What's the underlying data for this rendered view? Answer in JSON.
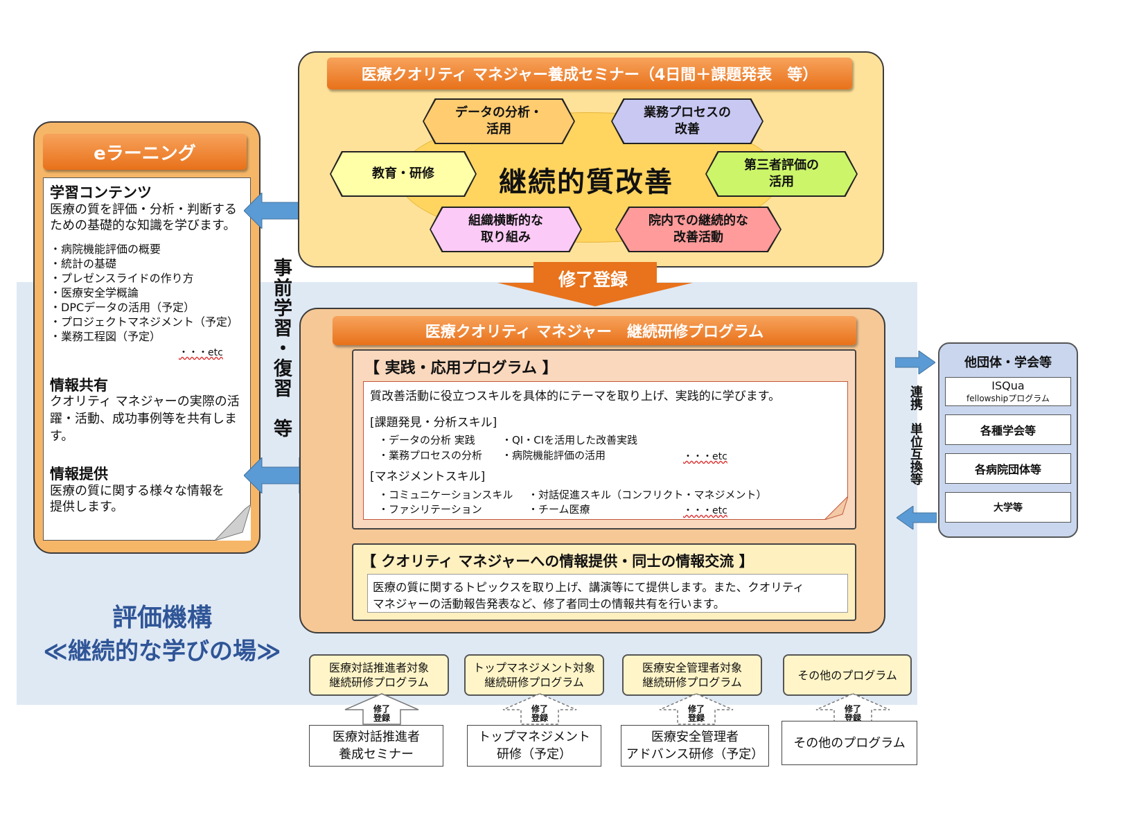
{
  "colors": {
    "orange": "#e8711a",
    "blue_arrow": "#5b9bd5",
    "light_band": "#dfe9f4",
    "title_blue": "#2f5597"
  },
  "elearning": {
    "title": "eラーニング",
    "learning": {
      "heading": "学習コンテンツ",
      "desc": [
        "医療の質を評価・分析・判断する",
        "ための基礎的な知識を学びます。"
      ],
      "items": [
        "・病院機能評価の概要",
        "・統計の基礎",
        "・プレゼンスライドの作り方",
        "・医療安全学概論",
        "・DPCデータの活用（予定）",
        "・プロジェクトマネジメント（予定）",
        "・業務工程図（予定）"
      ],
      "etc": "・・・etc"
    },
    "sharing": {
      "heading": "情報共有",
      "desc": [
        "クオリティ マネジャーの実際の活",
        "躍・活動、成功事例等を共有しま",
        "す。"
      ]
    },
    "providing": {
      "heading": "情報提供",
      "desc": [
        "医療の質に関する様々な情報を",
        "提供します。"
      ]
    }
  },
  "vertical_label": "事前学習・復習　等",
  "seminar": {
    "title": "医療クオリティ マネジャー養成セミナー（4日間＋課題発表　等）",
    "center": "継続的質改善",
    "hex": [
      {
        "line1": "データの分析・",
        "line2": "活用"
      },
      {
        "line1": "業務プロセスの",
        "line2": "改善"
      },
      {
        "line1": "教育・研修",
        "line2": ""
      },
      {
        "line1": "第三者評価の",
        "line2": "活用"
      },
      {
        "line1": "組織横断的な",
        "line2": "取り組み"
      },
      {
        "line1": "院内での継続的な",
        "line2": "改善活動"
      }
    ]
  },
  "completion_label": "修了登録",
  "program": {
    "title": "医療クオリティ マネジャー　継続研修プログラム",
    "practice": {
      "heading": "【 実践・応用プログラム 】",
      "intro": "質改善活動に役立つスキルを具体的にテーマを取り上げ、実践的に学びます。",
      "skill1": {
        "label": "[課題発見・分析スキル]",
        "r1c1": "・データの分析 実践",
        "r1c2": "・QI・CIを活用した改善実践",
        "r2c1": "・業務プロセスの分析",
        "r2c2": "・病院機能評価の活用",
        "etc": "・・・etc"
      },
      "skill2": {
        "label": "[マネジメントスキル]",
        "r1c1": "・コミュニケーションスキル",
        "r1c2": "・対話促進スキル（コンフリクト・マネジメント）",
        "r2c1": "・ファシリテーション",
        "r2c2": "・チーム医療",
        "etc": "・・・etc"
      }
    },
    "info": {
      "heading": "【 クオリティ マネジャーへの情報提供・同士の情報交流 】",
      "line1": "医療の質に関するトピックスを取り上げ、講演等にて提供します。また、クオリティ",
      "line2": "マネジャーの活動報告発表など、修了者同士の情報共有を行います。"
    }
  },
  "org": {
    "line1": "評価機構",
    "line2": "≪継続的な学びの場≫"
  },
  "link_label": "連携　単位互換等",
  "others": {
    "title": "他団体・学会等",
    "isqua": "ISQua",
    "isqua_sub": "fellowshipプログラム",
    "items": [
      "各種学会等",
      "各病院団体等",
      "大学等"
    ]
  },
  "bottom_programs": [
    {
      "line1": "医療対話推進者対象",
      "line2": "継続研修プログラム"
    },
    {
      "line1": "トップマネジメント対象",
      "line2": "継続研修プログラム"
    },
    {
      "line1": "医療安全管理者対象",
      "line2": "継続研修プログラム"
    },
    {
      "line1": "その他のプログラム",
      "line2": ""
    }
  ],
  "arrow_label": {
    "line1": "修了",
    "line2": "登録"
  },
  "bottom_seminars": [
    {
      "line1": "医療対話推進者",
      "line2": "養成セミナー"
    },
    {
      "line1": "トップマネジメント",
      "line2": "研修（予定）"
    },
    {
      "line1": "医療安全管理者",
      "line2": "アドバンス研修（予定）"
    },
    {
      "line1": "その他のプログラム",
      "line2": ""
    }
  ]
}
